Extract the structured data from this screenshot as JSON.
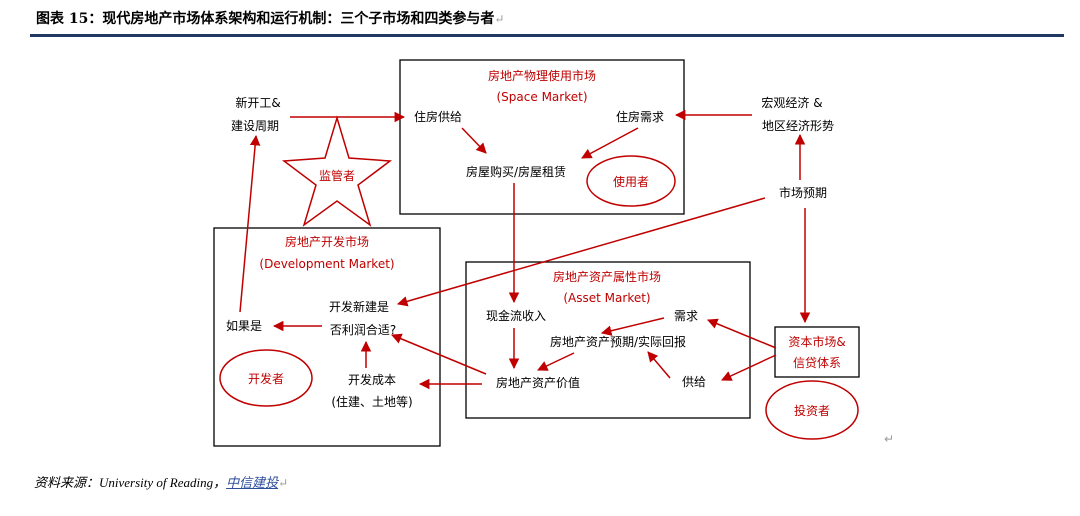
{
  "title": "图表 15：现代房地产市场体系架构和运行机制：三个子市场和四类参与者",
  "return_mark": "↵",
  "source": {
    "prefix": "资料来源：University of Reading，",
    "link": "中信建投"
  },
  "space_market": {
    "name": "房地产物理使用市场",
    "name_en": "(Space Market)",
    "supply": "住房供给",
    "demand": "住房需求",
    "transaction": "房屋购买/房屋租赁",
    "user": "使用者"
  },
  "dev_market": {
    "name": "房地产开发市场",
    "name_en": "(Development Market)",
    "question_1": "开发新建是",
    "question_2": "否利润合适?",
    "if_yes": "如果是",
    "cost_1": "开发成本",
    "cost_2": "(住建、土地等)",
    "developer": "开发者"
  },
  "asset_market": {
    "name": "房地产资产属性市场",
    "name_en": "(Asset Market)",
    "cashflow": "现金流收入",
    "demand": "需求",
    "expectation": "房地产资产预期/实际回报",
    "supply": "供给",
    "value": "房地产资产价值"
  },
  "external": {
    "new_construction_1": "新开工&",
    "new_construction_2": "建设周期",
    "macro_1": "宏观经济 &",
    "macro_2": "地区经济形势",
    "expectation": "市场预期",
    "capital_1": "资本市场&",
    "capital_2": "信贷体系",
    "investor": "投资者",
    "regulator": "监管者"
  },
  "colors": {
    "red": "#c00000",
    "rule": "#1f3864"
  }
}
